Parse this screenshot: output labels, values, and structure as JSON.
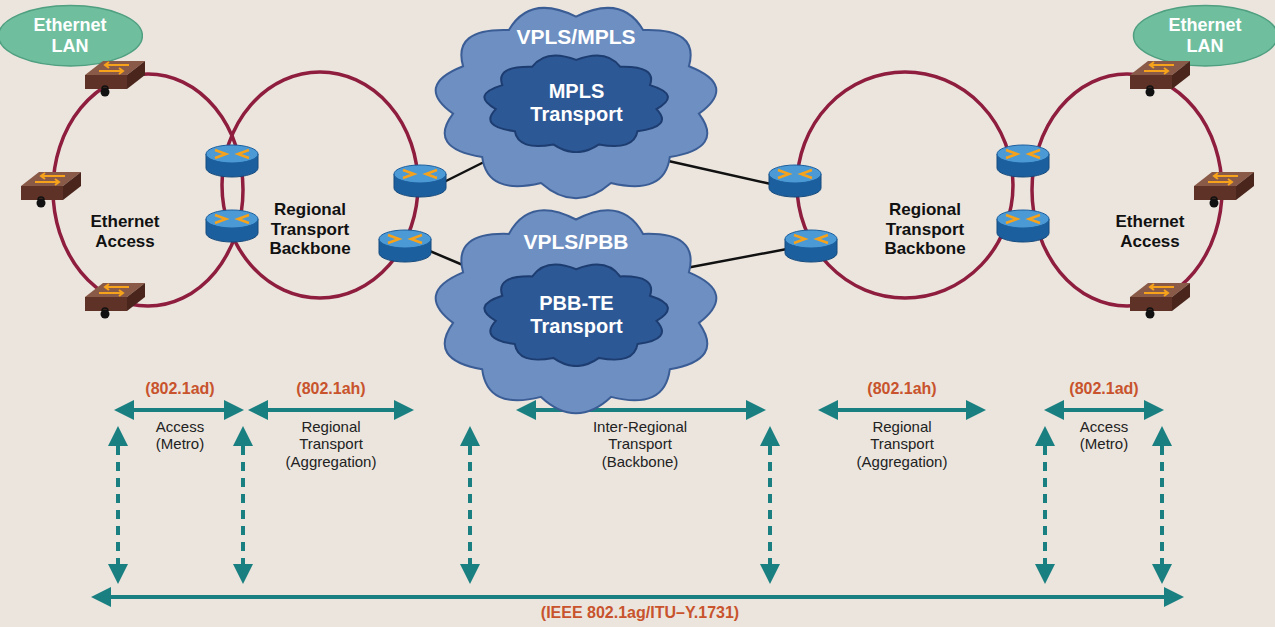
{
  "diagram": {
    "nodes": [
      {
        "text": [
          "Ethernet LAN"
        ]
      },
      {
        "text": [
          "Ethernet Access"
        ]
      },
      {
        "text": [
          "Regional Transport Backbone"
        ]
      },
      {
        "text": [
          "VPLS/MPLS"
        ]
      },
      {
        "text": [
          "MPLS Transport"
        ],
        "in": 3
      },
      {
        "text": [
          "VPLS/PBB"
        ]
      },
      {
        "text": [
          "PBB-TE Transport"
        ],
        "in": 5
      },
      {
        "text": [
          "Regional Transport Backbone"
        ]
      },
      {
        "text": [
          "Ethernet Access"
        ]
      },
      {
        "text": [
          "Ethernet LAN"
        ]
      }
    ],
    "labels": [
      "(802.1ad)",
      "Access (Metro)",
      "(802.1ah)",
      "Regional Transport (Aggregation)",
      "Inter-Regional Transport (Backbone)",
      "(802.1ah)",
      "Regional Transport (Aggregation)",
      "(802.1ad)",
      "Access (Metro)",
      "(IEEE 802.1ag/ITU–Y.1731)"
    ]
  }
}
